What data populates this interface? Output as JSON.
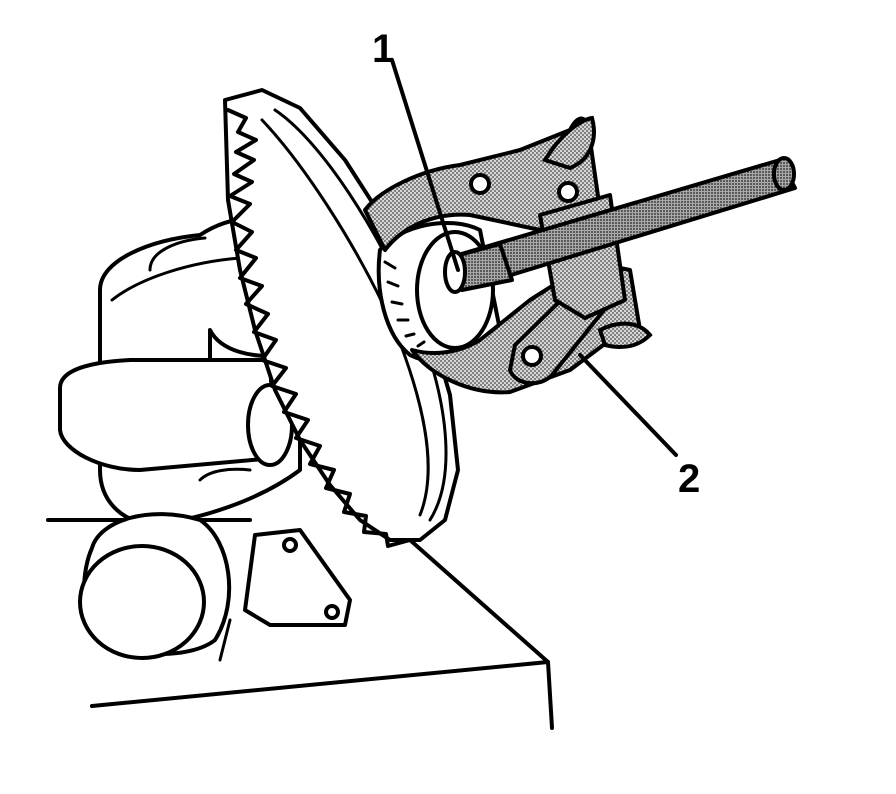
{
  "callouts": [
    {
      "id": "1",
      "text": "1"
    },
    {
      "id": "2",
      "text": "2"
    }
  ],
  "colors": {
    "background": "#ffffff",
    "line": "#000000",
    "tool_fill": "#bdbdbd"
  }
}
